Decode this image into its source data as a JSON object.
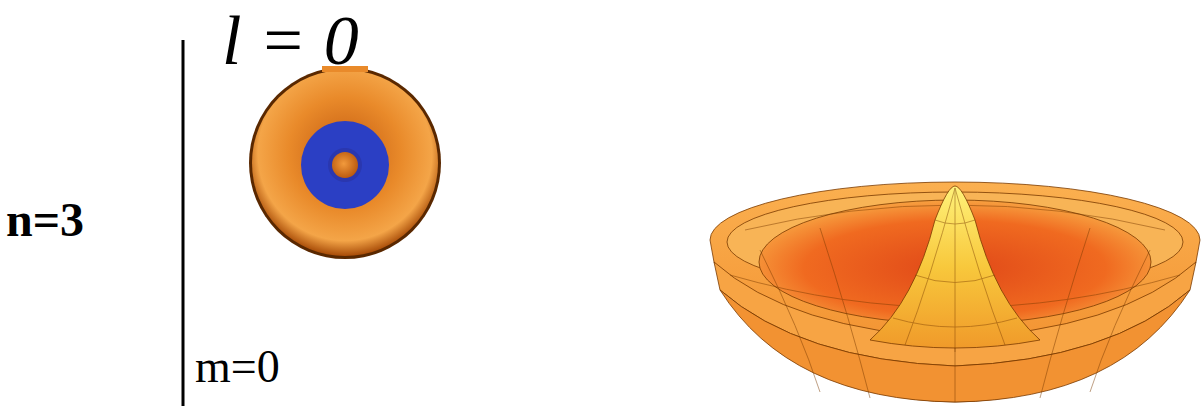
{
  "diagram": {
    "labels": [
      "n=3",
      "l = 0",
      "m=0"
    ]
  }
}
